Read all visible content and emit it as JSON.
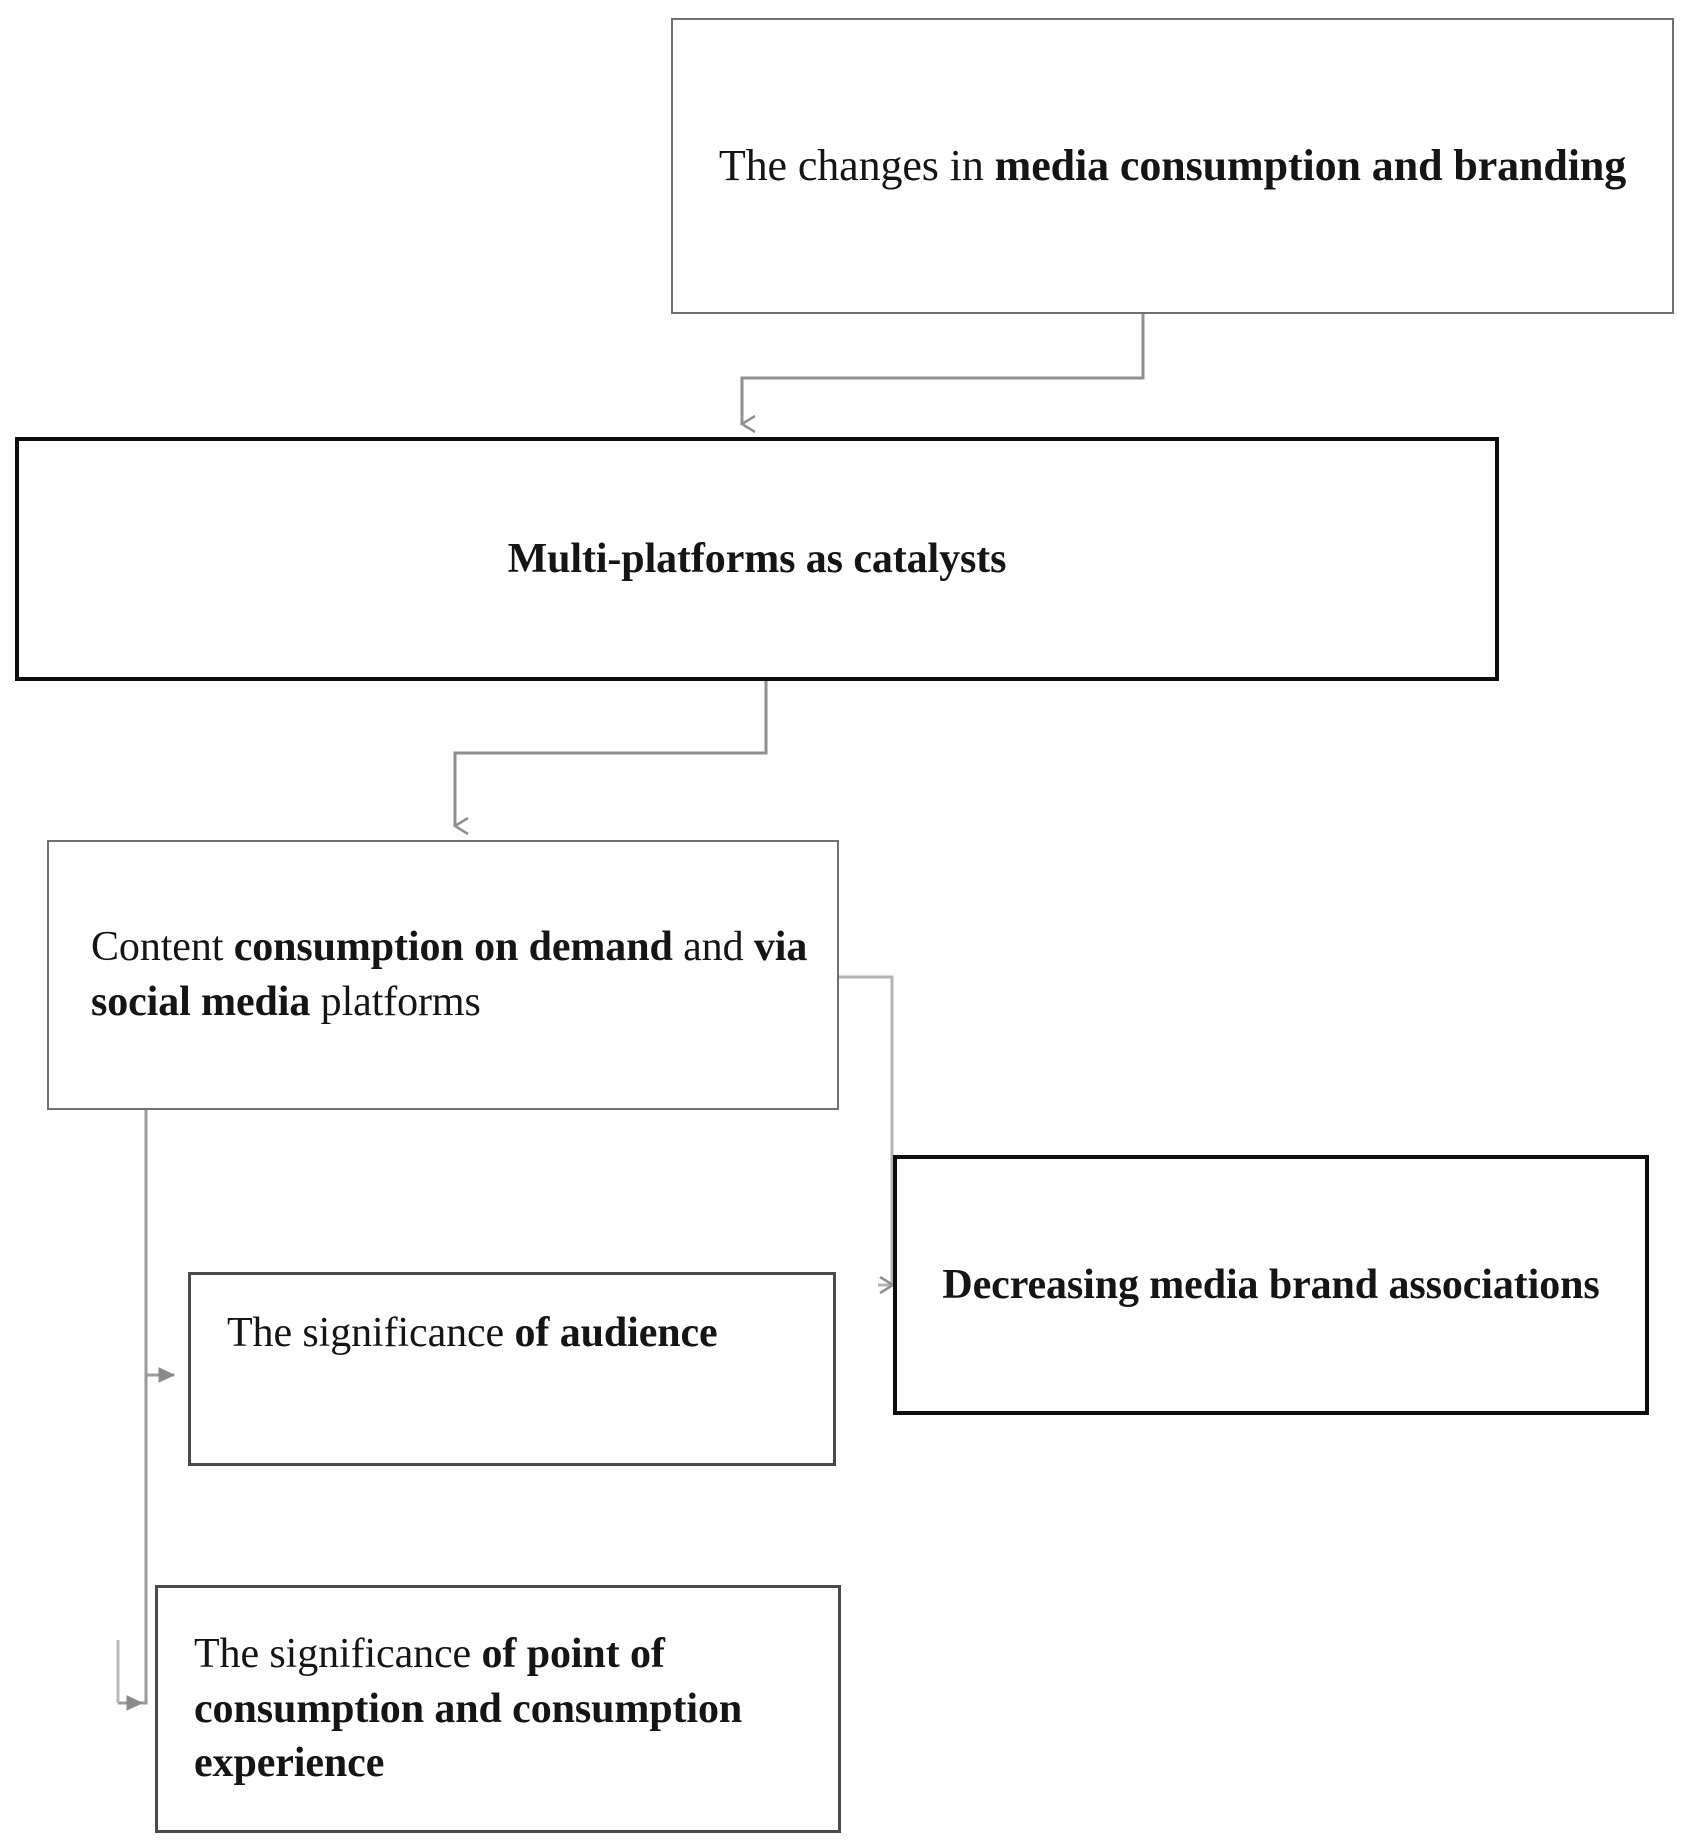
{
  "diagram": {
    "title": "The changes in media consumption and branding flowchart",
    "background_color": "#ffffff",
    "edge_color": "#8a8a8a",
    "thick_border_color": "#0e0e0e",
    "thin_border_color": "#70706f",
    "text_color": "#151515"
  },
  "nodes": {
    "changes": {
      "id": "changes",
      "plain_text": "The changes in media consumption and branding",
      "segments": [
        {
          "text": "The changes in ",
          "bold": false
        },
        {
          "text": "media consumption and branding",
          "bold": true
        }
      ],
      "border": "thin",
      "align": "center"
    },
    "catalysts": {
      "id": "catalysts",
      "plain_text": "Multi-platforms as catalysts",
      "segments": [
        {
          "text": "Multi-platforms as catalysts",
          "bold": true
        }
      ],
      "border": "thick",
      "align": "center"
    },
    "content": {
      "id": "content",
      "plain_text": "Content consumption on demand and via social media platforms",
      "segments": [
        {
          "text": "Content ",
          "bold": false
        },
        {
          "text": "consumption on demand",
          "bold": true
        },
        {
          "text": " and ",
          "bold": false
        },
        {
          "text": "via social media",
          "bold": true
        },
        {
          "text": " platforms",
          "bold": false
        }
      ],
      "border": "thin",
      "align": "left"
    },
    "decreasing": {
      "id": "decreasing",
      "plain_text": "Decreasing media brand associations",
      "segments": [
        {
          "text": "Decreasing media brand associations",
          "bold": true
        }
      ],
      "border": "thick",
      "align": "center"
    },
    "audience": {
      "id": "audience",
      "plain_text": "The significance of audience",
      "segments": [
        {
          "text": "The significance ",
          "bold": false
        },
        {
          "text": "of audience",
          "bold": true
        }
      ],
      "border": "mid",
      "align": "left"
    },
    "point": {
      "id": "point",
      "plain_text": "The significance of point of consumption and consumption experience",
      "segments": [
        {
          "text": "The significance ",
          "bold": false
        },
        {
          "text": "of point of consumption and consumption experience",
          "bold": true
        }
      ],
      "border": "mid",
      "align": "left"
    }
  },
  "edges": [
    {
      "name": "changes-to-catalysts",
      "from": "changes",
      "to": "catalysts",
      "style": "orthogonal",
      "arrow": "down"
    },
    {
      "name": "catalysts-to-content",
      "from": "catalysts",
      "to": "content",
      "style": "orthogonal",
      "arrow": "down"
    },
    {
      "name": "content-to-decreasing",
      "from": "content",
      "to": "decreasing",
      "style": "orthogonal",
      "arrow": "right"
    },
    {
      "name": "content-to-audience",
      "from": "content",
      "to": "audience",
      "style": "orthogonal",
      "arrow": "right"
    },
    {
      "name": "content-to-point",
      "from": "content",
      "to": "point",
      "style": "orthogonal",
      "arrow": "right"
    }
  ]
}
